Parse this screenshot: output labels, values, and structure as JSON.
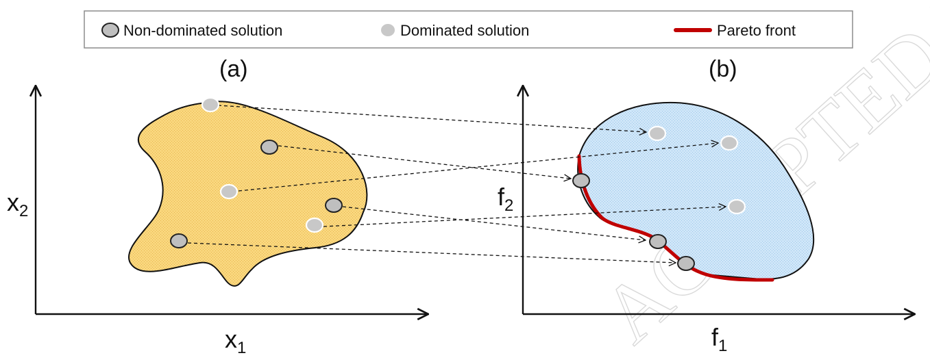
{
  "legend": {
    "items": [
      {
        "label": "Non-dominated solution",
        "marker": "non-dominated"
      },
      {
        "label": "Dominated solution",
        "marker": "dominated"
      },
      {
        "label": "Pareto front",
        "marker": "pareto-line"
      }
    ]
  },
  "panels": {
    "a": {
      "label": "(a)",
      "x_axis": "x",
      "x_axis_sub": "1",
      "y_axis": "x",
      "y_axis_sub": "2"
    },
    "b": {
      "label": "(b)",
      "x_axis": "f",
      "x_axis_sub": "1",
      "y_axis": "f",
      "y_axis_sub": "2"
    }
  },
  "watermark": {
    "text": "ACCEPTED MANUSCRIPT"
  },
  "colors": {
    "decision_region": "#f9d77e",
    "objective_region": "#c5e0f6",
    "pareto_front": "#c00000",
    "non_dominated_fill": "#bfbfbf",
    "dominated_fill": "#c8c8c8"
  }
}
